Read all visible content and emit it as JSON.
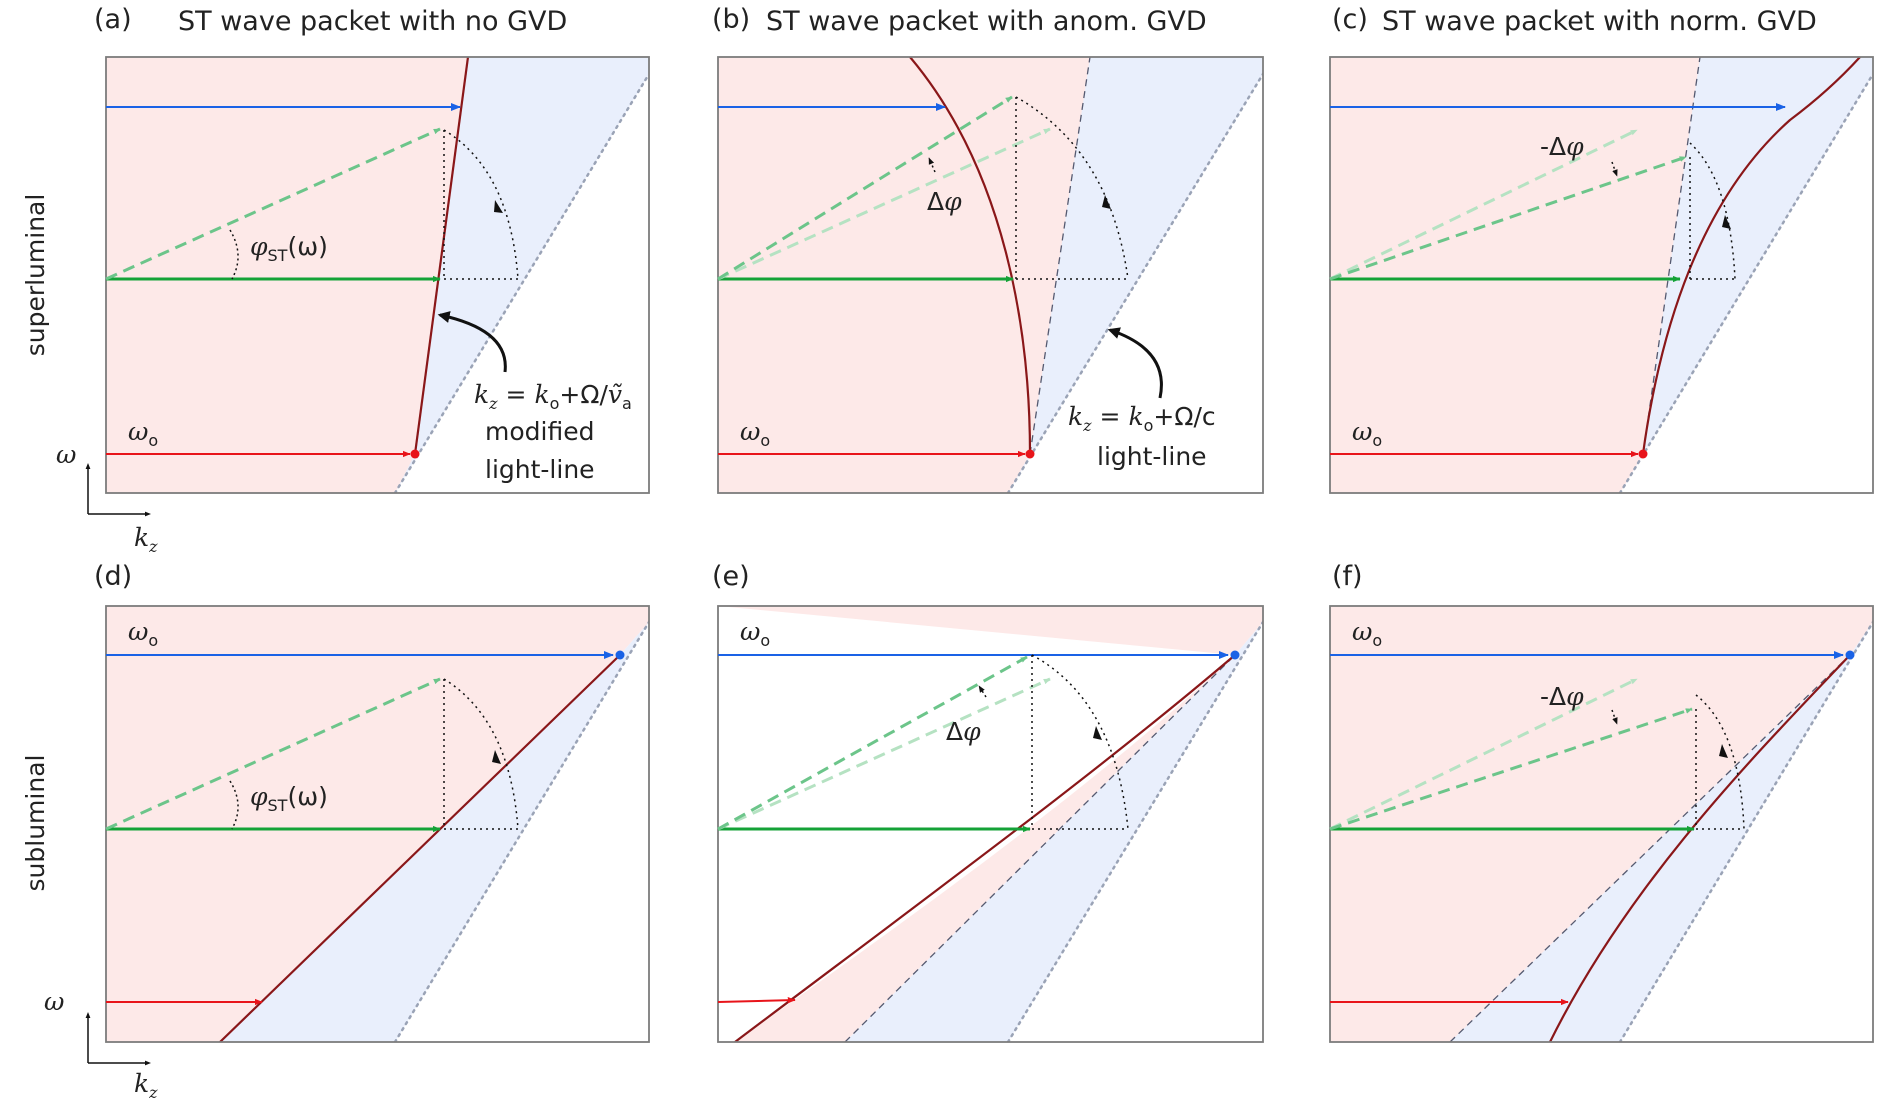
{
  "panels": [
    {
      "id": "a",
      "tag": "(a)",
      "title": "ST wave packet with no GVD"
    },
    {
      "id": "b",
      "tag": "(b)",
      "title": "ST wave packet with anom. GVD"
    },
    {
      "id": "c",
      "tag": "(c)",
      "title": "ST wave packet with norm. GVD"
    },
    {
      "id": "d",
      "tag": "(d)",
      "title": ""
    },
    {
      "id": "e",
      "tag": "(e)",
      "title": ""
    },
    {
      "id": "f",
      "tag": "(f)",
      "title": ""
    }
  ],
  "rows": {
    "top": "superluminal",
    "bottom": "subluminal"
  },
  "axes": {
    "omega": "ω",
    "kz_k": "k",
    "kz_sub": "z"
  },
  "symbols": {
    "omega_o": "ω",
    "o_sub": "o",
    "phi": "φ",
    "phi_sub": "ST",
    "phi_arg": "(ω)",
    "dphi_delta": "Δ",
    "dphi_phi": "φ",
    "neg_dphi_prefix": "-Δ"
  },
  "annotations": {
    "modified": {
      "k": "k",
      "z": "z",
      "eq": " = ",
      "k2": "k",
      "o": "o",
      "rest": "+Ω/",
      "v": "ṽ",
      "v_sub": "a",
      "line1": "modified",
      "line2": "light-line"
    },
    "lightline": {
      "k": "k",
      "z": "z",
      "eq": " = ",
      "k2": "k",
      "o": "o",
      "rest": "+Ω/c",
      "line2": "light-line"
    }
  },
  "colors": {
    "red": "#e8141a",
    "blue": "#1a62e6",
    "green": "#14a237",
    "lightgreen": "#6cc58a",
    "palegreen": "#b5e2c2",
    "curve": "#8a1719",
    "pinkfill": "#fde9e8",
    "bluefill": "#e9effc",
    "frame": "#7c7c7c",
    "dotted": "#9aa3b6"
  }
}
